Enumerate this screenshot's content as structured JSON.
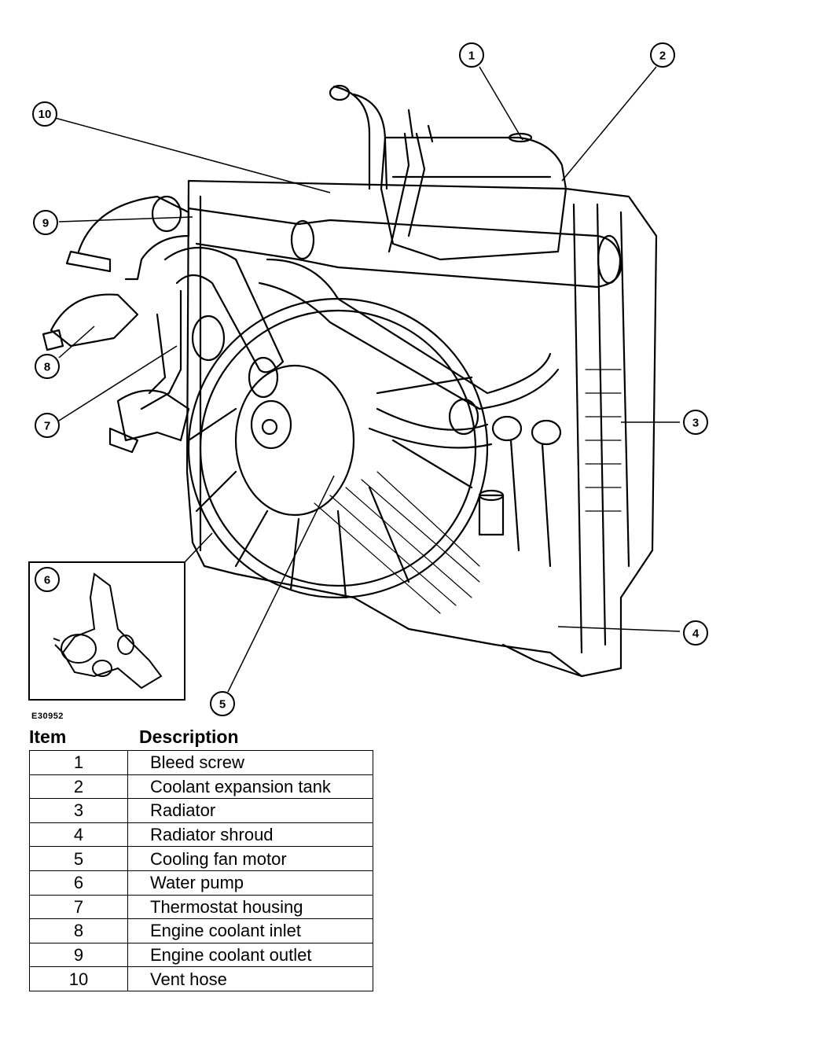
{
  "figure": {
    "id": "E30952",
    "callouts": [
      "1",
      "2",
      "3",
      "4",
      "5",
      "6",
      "7",
      "8",
      "9",
      "10"
    ]
  },
  "legend": {
    "header_item": "Item",
    "header_description": "Description",
    "rows": [
      {
        "item": "1",
        "description": "Bleed screw"
      },
      {
        "item": "2",
        "description": "Coolant expansion tank"
      },
      {
        "item": "3",
        "description": "Radiator"
      },
      {
        "item": "4",
        "description": "Radiator shroud"
      },
      {
        "item": "5",
        "description": "Cooling fan motor"
      },
      {
        "item": "6",
        "description": "Water pump"
      },
      {
        "item": "7",
        "description": "Thermostat housing"
      },
      {
        "item": "8",
        "description": "Engine coolant inlet"
      },
      {
        "item": "9",
        "description": "Engine coolant outlet"
      },
      {
        "item": "10",
        "description": "Vent hose"
      }
    ]
  }
}
